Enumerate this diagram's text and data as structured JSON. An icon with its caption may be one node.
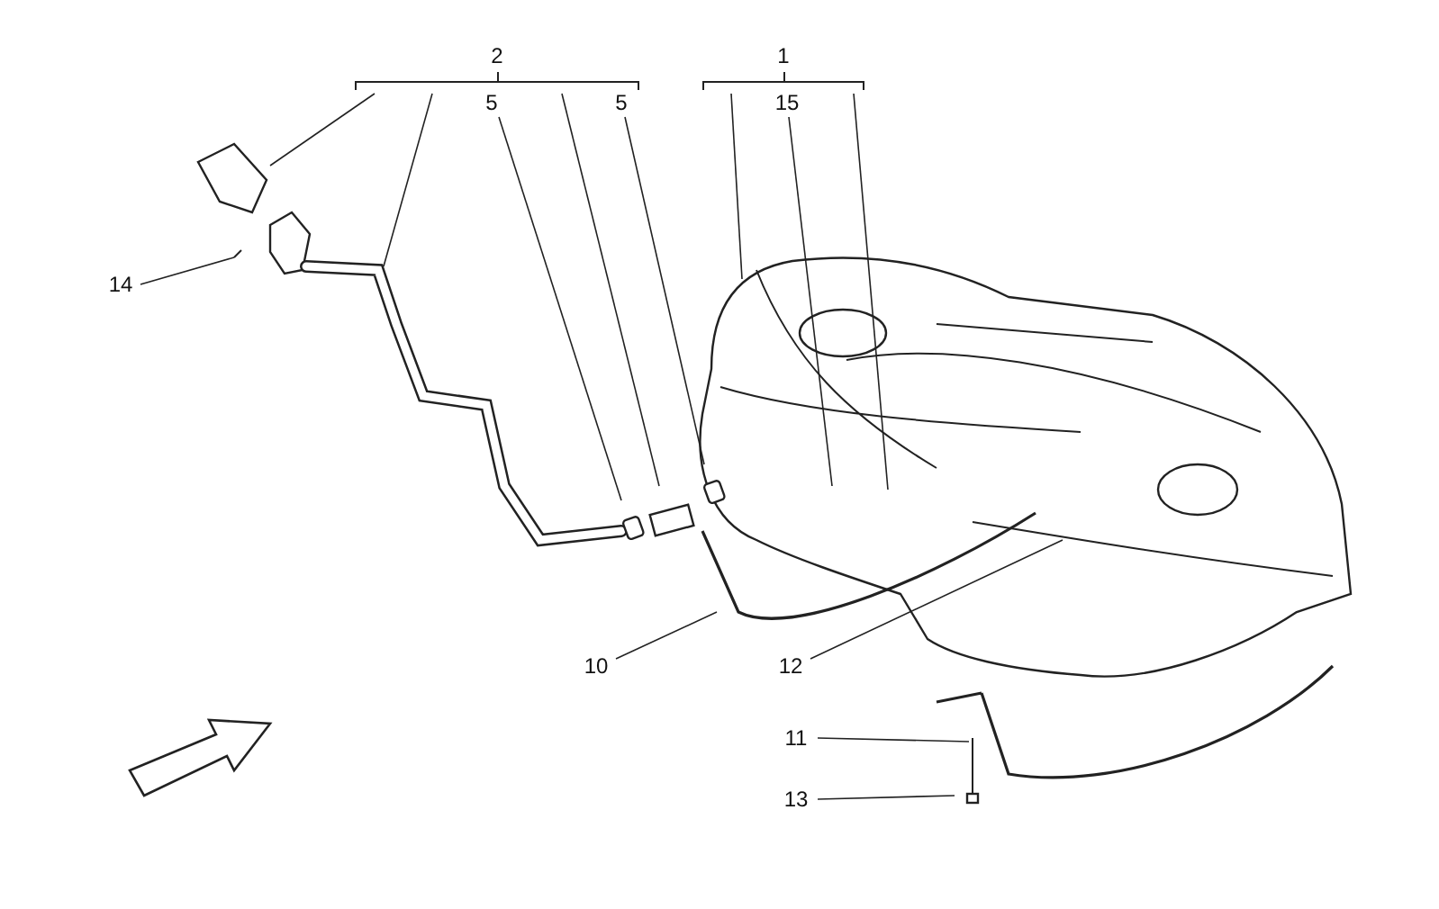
{
  "diagram": {
    "nodes": [
      {
        "text": [
          "2"
        ]
      },
      {
        "text": [
          "5"
        ]
      },
      {
        "text": [
          "5"
        ]
      },
      {
        "text": [
          "1"
        ]
      },
      {
        "text": [
          "15"
        ]
      },
      {
        "text": [
          "14"
        ]
      },
      {
        "text": [
          "10"
        ]
      },
      {
        "text": [
          "12"
        ]
      },
      {
        "text": [
          "11"
        ]
      },
      {
        "text": [
          "13"
        ]
      }
    ],
    "edges": [
      {
        "from": 0,
        "to": null,
        "arrow": "none"
      },
      {
        "from": 0,
        "to": null,
        "arrow": "none"
      },
      {
        "from": 0,
        "to": null,
        "arrow": "none"
      },
      {
        "from": 1,
        "to": null,
        "arrow": "none"
      },
      {
        "from": 2,
        "to": null,
        "arrow": "none"
      },
      {
        "from": 3,
        "to": null,
        "arrow": "none"
      },
      {
        "from": 3,
        "to": null,
        "arrow": "none"
      },
      {
        "from": 4,
        "to": null,
        "arrow": "none"
      },
      {
        "from": 5,
        "to": null,
        "arrow": "none"
      },
      {
        "from": 6,
        "to": null,
        "arrow": "none"
      },
      {
        "from": 7,
        "to": null,
        "arrow": "none"
      },
      {
        "from": 8,
        "to": null,
        "arrow": "none"
      },
      {
        "from": 9,
        "to": null,
        "arrow": "none"
      }
    ]
  }
}
